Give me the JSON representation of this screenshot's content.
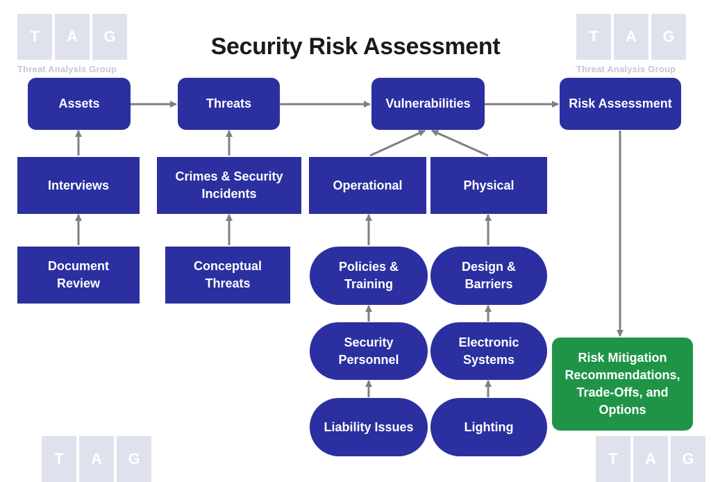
{
  "title": "Security Risk Assessment",
  "logo": {
    "letters": [
      "T",
      "A",
      "G"
    ],
    "caption": "Threat Analysis Group"
  },
  "nodes": {
    "assets": "Assets",
    "threats": "Threats",
    "vulnerabilities": "Vulnerabilities",
    "risk_assessment": "Risk Assessment",
    "interviews": "Interviews",
    "crimes": "Crimes & Security\nIncidents",
    "operational": "Operational",
    "physical": "Physical",
    "document_review": "Document\nReview",
    "conceptual_threats": "Conceptual\nThreats",
    "policies_training": "Policies &\nTraining",
    "design_barriers": "Design &\nBarriers",
    "security_personnel": "Security\nPersonnel",
    "electronic_systems": "Electronic\nSystems",
    "liability_issues": "Liability Issues",
    "lighting": "Lighting",
    "risk_mitigation": "Risk Mitigation\nRecommendations,\nTrade-Offs, and\nOptions"
  },
  "colors": {
    "node_blue": "#2b2fa0",
    "mitigation_green": "#1f9447",
    "arrow_gray": "#7f7f7f",
    "logo_gray": "#dfe1ec"
  }
}
